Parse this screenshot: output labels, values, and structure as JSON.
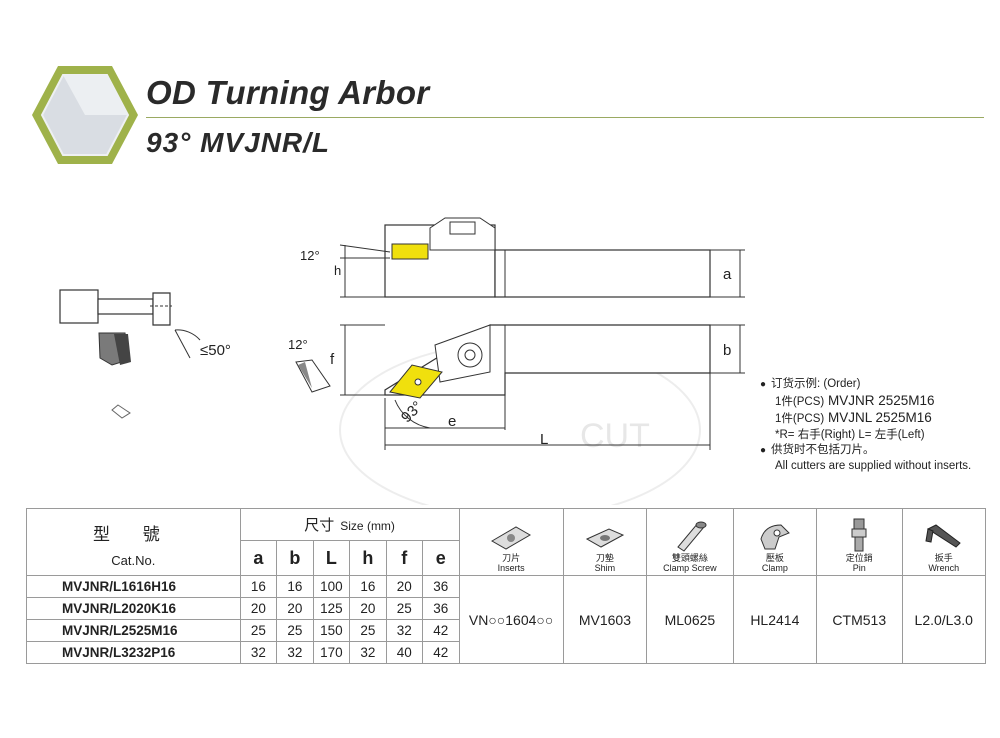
{
  "header": {
    "title": "OD Turning Arbor",
    "subtitle": "93°  MVJNR/L"
  },
  "drawing": {
    "left_angle": "≤50°",
    "small_angle": "12°",
    "top_angle": "12°",
    "dim_h": "h",
    "dim_a": "a",
    "dim_b": "b",
    "dim_f": "f",
    "dim_e": "e",
    "dim_L": "L",
    "approach_angle": "93°",
    "watermark": "CUT"
  },
  "notes": {
    "order_label": "订货示例: (Order)",
    "pcs_label": "1件(PCS)",
    "example_right": "MVJNR 2525M16",
    "example_left": "MVJNL 2525M16",
    "legend": "*R= 右手(Right)   L= 左手(Left)",
    "supply_cn": "供货时不包括刀片。",
    "supply_en": "All cutters are supplied without inserts."
  },
  "table": {
    "cat_head_cn": "型 號",
    "cat_head_en": "Cat.No.",
    "size_head_cn": "尺寸",
    "size_head_en": "Size (mm)",
    "dims": [
      "a",
      "b",
      "L",
      "h",
      "f",
      "e"
    ],
    "rows": [
      {
        "cat": "MVJNR/L1616H16",
        "vals": [
          "16",
          "16",
          "100",
          "16",
          "20",
          "36"
        ]
      },
      {
        "cat": "MVJNR/L2020K16",
        "vals": [
          "20",
          "20",
          "125",
          "20",
          "25",
          "36"
        ]
      },
      {
        "cat": "MVJNR/L2525M16",
        "vals": [
          "25",
          "25",
          "150",
          "25",
          "32",
          "42"
        ]
      },
      {
        "cat": "MVJNR/L3232P16",
        "vals": [
          "32",
          "32",
          "170",
          "32",
          "40",
          "42"
        ]
      }
    ],
    "accessories": [
      {
        "cn": "刀片",
        "en": "Inserts",
        "value": "VN○○1604○○",
        "icon": "insert-icon"
      },
      {
        "cn": "刀墊",
        "en": "Shim",
        "value": "MV1603",
        "icon": "shim-icon"
      },
      {
        "cn": "雙頭螺絲",
        "en": "Clamp Screw",
        "value": "ML0625",
        "icon": "clamp-screw-icon"
      },
      {
        "cn": "壓板",
        "en": "Clamp",
        "value": "HL2414",
        "icon": "clamp-icon"
      },
      {
        "cn": "定位銷",
        "en": "Pin",
        "value": "CTM513",
        "icon": "pin-icon"
      },
      {
        "cn": "扳手",
        "en": "Wrench",
        "value": "L2.0/L3.0",
        "icon": "wrench-icon"
      }
    ]
  }
}
